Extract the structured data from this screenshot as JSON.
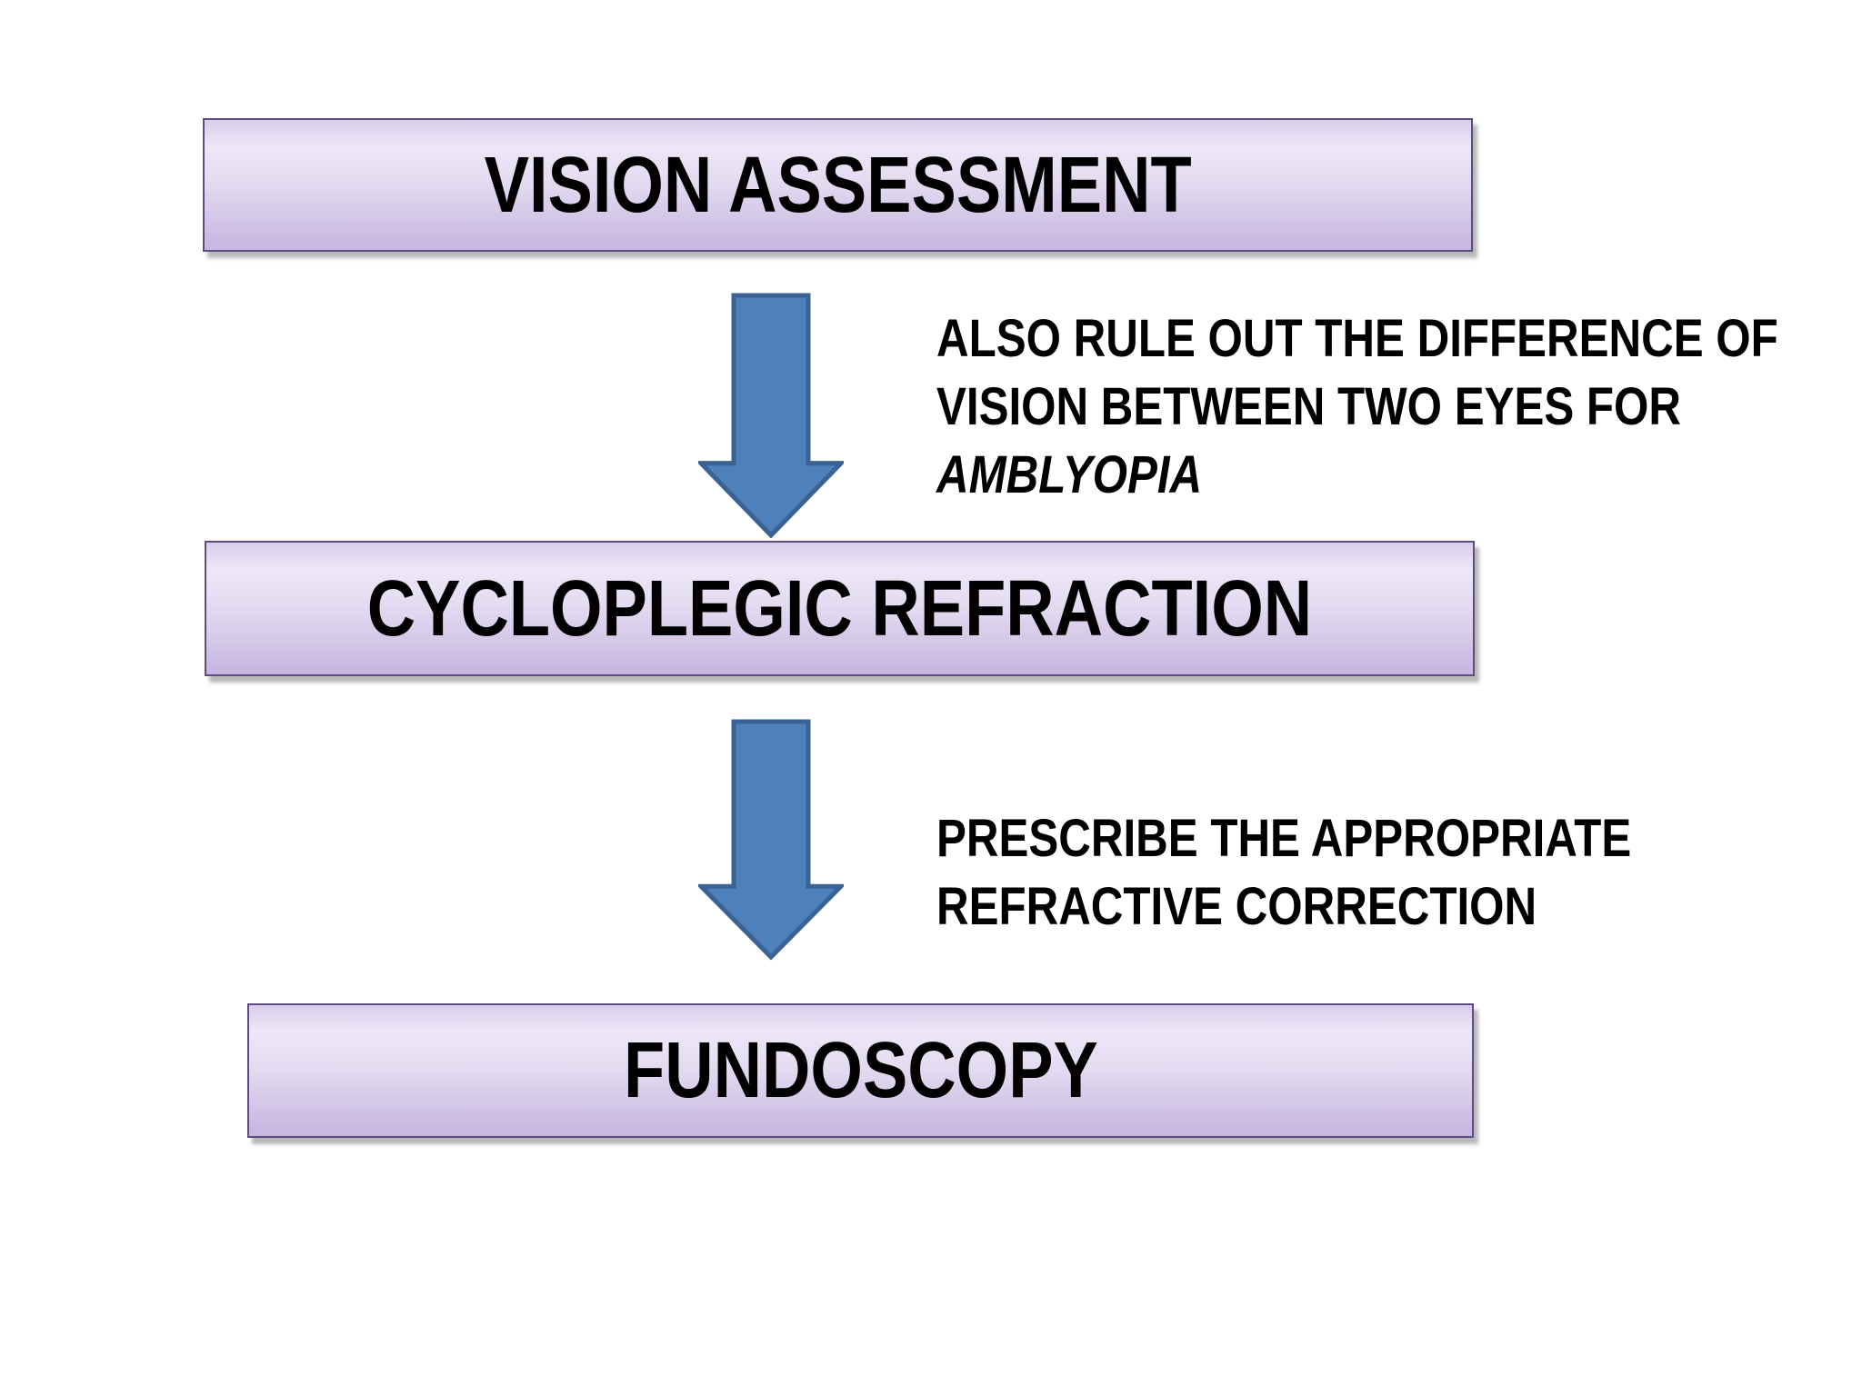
{
  "slide": {
    "background_color": "#ffffff",
    "flowchart": {
      "boxes": [
        {
          "id": "vision-assessment",
          "label": "VISION ASSESSMENT"
        },
        {
          "id": "cycloplegic-refraction",
          "label": "CYCLOPLEGIC REFRACTION"
        },
        {
          "id": "fundoscopy",
          "label": "FUNDOSCOPY"
        }
      ],
      "arrows": [
        {
          "id": "arrow-1",
          "icon": "down-arrow",
          "from": "vision-assessment",
          "to": "cycloplegic-refraction"
        },
        {
          "id": "arrow-2",
          "icon": "down-arrow",
          "from": "cycloplegic-refraction",
          "to": "fundoscopy"
        }
      ],
      "annotations": [
        {
          "lines": [
            "ALSO RULE OUT THE DIFFERENCE OF",
            "VISION BETWEEN TWO EYES FOR",
            "AMBLYOPIA"
          ],
          "italic_line": "AMBLYOPIA"
        },
        {
          "lines": [
            "PRESCRIBE THE APPROPRIATE",
            "REFRACTIVE CORRECTION"
          ]
        }
      ],
      "colors": {
        "box_fill_top": "#ede7f7",
        "box_fill_bottom": "#c6b5e0",
        "box_border": "#5f4b80",
        "box_shadow": "#7d7d7d",
        "arrow_fill": "#4e80ba",
        "arrow_border": "#3a6394",
        "text": "#000000"
      }
    }
  }
}
